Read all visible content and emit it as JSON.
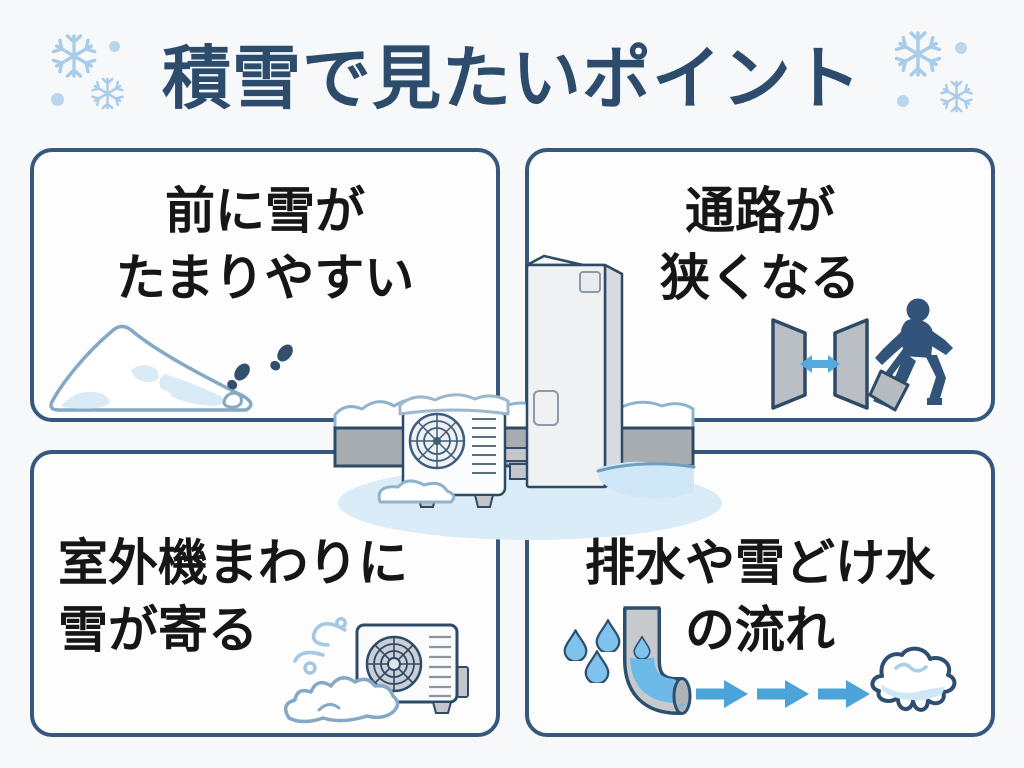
{
  "title": {
    "text": "積雪で見たいポイント"
  },
  "panels": {
    "top_left": {
      "lines": [
        "前に雪が",
        "たまりやすい"
      ]
    },
    "top_right": {
      "lines": [
        "通路が",
        "狭くなる"
      ]
    },
    "bottom_left": {
      "lines": [
        "室外機まわりに",
        "雪が寄る"
      ]
    },
    "bottom_right": {
      "lines": [
        "排水や雪どけ水",
        "の流れ"
      ]
    }
  },
  "icons": {
    "title_decor": [
      "snowflake-icon",
      "snow-dot-icon"
    ],
    "top_left": [
      "snow-pile-icon",
      "footprints-icon"
    ],
    "top_right": [
      "narrow-passage-icon",
      "double-arrow-icon",
      "shoveling-person-icon"
    ],
    "bottom_left": [
      "wind-swirl-icon",
      "snow-drift-icon",
      "outdoor-unit-icon"
    ],
    "bottom_right": [
      "water-drops-icon",
      "drain-pipe-icon",
      "flow-arrows-icon",
      "melting-snow-icon"
    ],
    "center": [
      "heat-pump-tank-illustration",
      "outdoor-unit-illustration",
      "snow-covered-ledge-illustration",
      "ice-puddle-illustration"
    ]
  },
  "colors": {
    "background": "#f6f8fa",
    "panel_background": "#fdfdfe",
    "panel_border": "#35587c",
    "title_text": "#2d4c6b",
    "body_text": "#161616",
    "outline_navy": "#2f4a66",
    "snowflake_blue": "#a9cde9",
    "snow_shadow_blue": "#d9ecf8",
    "flow_arrow_blue": "#4aa4da",
    "drop_blue": "#7fc2ec",
    "person_navy": "#32547a",
    "ledge_gray": "#a8adb2"
  }
}
